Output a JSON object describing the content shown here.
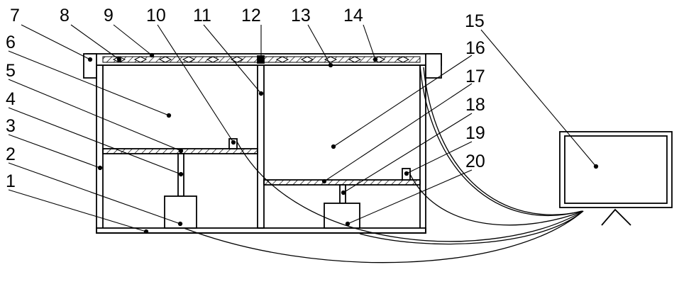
{
  "figure": {
    "callout_labels": [
      {
        "id": "label-1",
        "text": "1"
      },
      {
        "id": "label-2",
        "text": "2"
      },
      {
        "id": "label-3",
        "text": "3"
      },
      {
        "id": "label-4",
        "text": "4"
      },
      {
        "id": "label-5",
        "text": "5"
      },
      {
        "id": "label-6",
        "text": "6"
      },
      {
        "id": "label-7",
        "text": "7"
      },
      {
        "id": "label-8",
        "text": "8"
      },
      {
        "id": "label-9",
        "text": "9"
      },
      {
        "id": "label-10",
        "text": "10"
      },
      {
        "id": "label-11",
        "text": "11"
      },
      {
        "id": "label-12",
        "text": "12"
      },
      {
        "id": "label-13",
        "text": "13"
      },
      {
        "id": "label-14",
        "text": "14"
      },
      {
        "id": "label-15",
        "text": "15"
      },
      {
        "id": "label-16",
        "text": "16"
      },
      {
        "id": "label-17",
        "text": "17"
      },
      {
        "id": "label-18",
        "text": "18"
      },
      {
        "id": "label-19",
        "text": "19"
      },
      {
        "id": "label-20",
        "text": "20"
      }
    ],
    "colors": {
      "line": "#000000",
      "background": "#ffffff",
      "fill": "#ffffff"
    }
  }
}
